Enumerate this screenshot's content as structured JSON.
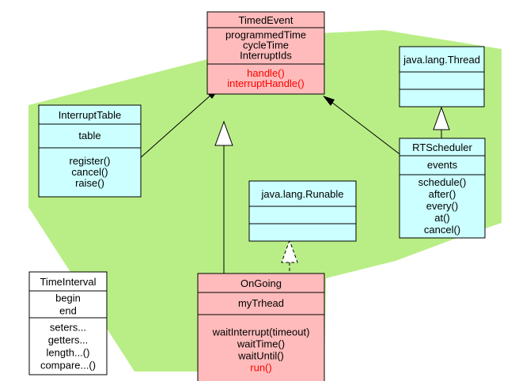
{
  "colors": {
    "region": "#b9ee86",
    "pink": "#ffbbbb",
    "cyan": "#ccffff",
    "white": "#ffffff",
    "line": "#000000",
    "highlight": "#ff0000"
  },
  "classes": {
    "timed_event": {
      "name": "TimedEvent",
      "attributes": [
        "programmedTime",
        "cycleTime",
        "InterruptIds"
      ],
      "methods": [
        "handle()",
        "interruptHandle()"
      ]
    },
    "interrupt_table": {
      "name": "InterruptTable",
      "attributes": [
        "table"
      ],
      "methods": [
        "register()",
        "cancel()",
        "raise()"
      ]
    },
    "thread": {
      "name": "java.lang.Thread",
      "attributes": [],
      "methods": []
    },
    "rt_scheduler": {
      "name": "RTScheduler",
      "attributes": [
        "events"
      ],
      "methods": [
        "schedule()",
        "after()",
        "every()",
        "at()",
        "cancel()"
      ]
    },
    "runable": {
      "name": "java.lang.Runable",
      "attributes": [],
      "methods": []
    },
    "on_going": {
      "name": "OnGoing",
      "attributes": [
        "myTrhead"
      ],
      "methods": [
        "waitInterrupt(timeout)",
        "waitTime()",
        "waitUntil()",
        "run()"
      ]
    },
    "time_interval": {
      "name": "TimeInterval",
      "attributes": [
        "begin",
        "end"
      ],
      "methods": [
        "seters...",
        "getters...",
        "length...()",
        "compare...()"
      ]
    }
  }
}
